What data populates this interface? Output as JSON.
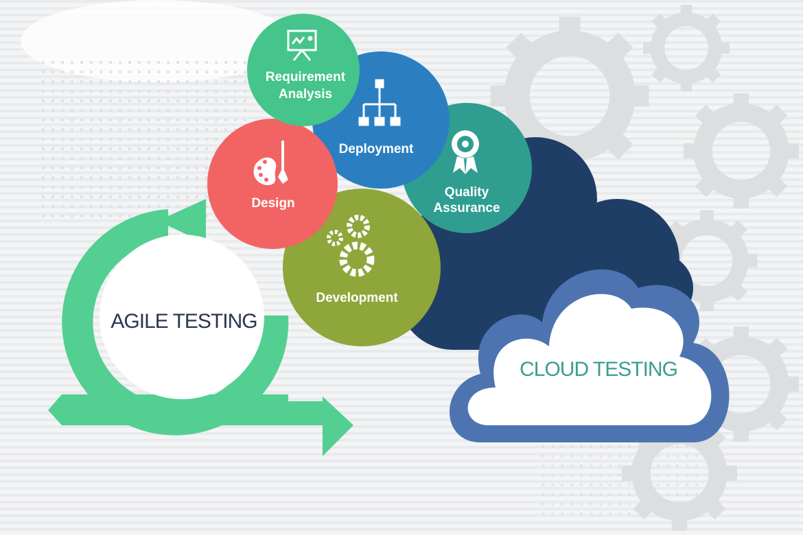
{
  "colors": {
    "background": "#f3f4f5",
    "agile_green": "#52cf91",
    "requirement": "#45c48b",
    "deployment": "#2b7fc1",
    "quality": "#2f9e90",
    "design": "#f26463",
    "development": "#8fa63a",
    "navy_cloud": "#1f3e66",
    "cloud_outline": "#4d74b1",
    "agile_text": "#2c3552",
    "cloud_text": "#3a9d8c"
  },
  "phases": [
    {
      "line1": "Requirement",
      "line2": "Analysis",
      "icon": "presentation-board-icon"
    },
    {
      "line1": "Deployment",
      "line2": "",
      "icon": "hierarchy-icon"
    },
    {
      "line1": "Quality",
      "line2": "Assurance",
      "icon": "award-badge-icon"
    },
    {
      "line1": "Design",
      "line2": "",
      "icon": "palette-brush-icon"
    },
    {
      "line1": "Development",
      "line2": "",
      "icon": "gears-icon"
    }
  ],
  "agile_label": "AGILE TESTING",
  "cloud_label": "CLOUD TESTING"
}
